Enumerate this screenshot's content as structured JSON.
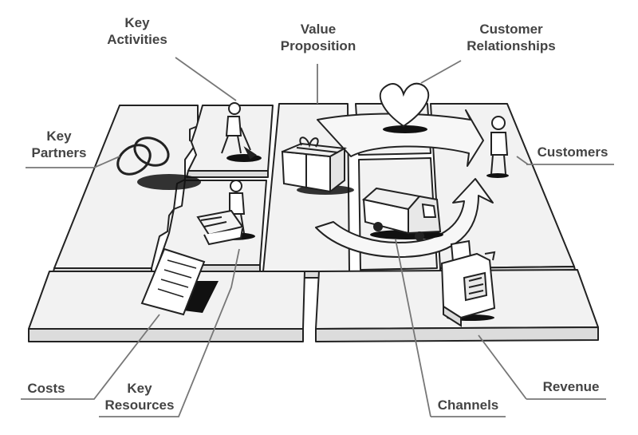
{
  "labels": {
    "key_activities": [
      "Key",
      "Activities"
    ],
    "value_proposition": [
      "Value",
      "Proposition"
    ],
    "customer_relationships": [
      "Customer",
      "Relationships"
    ],
    "key_partners": [
      "Key",
      "Partners"
    ],
    "customers": "Customers",
    "costs": "Costs",
    "key_resources": [
      "Key",
      "Resources"
    ],
    "channels": "Channels",
    "revenue": "Revenue"
  },
  "colors": {
    "stroke": "#222222",
    "label_text": "#444444",
    "leader_line": "#777777",
    "board_top": "#f2f2f2",
    "board_side": "#dcdcdc",
    "shadow": "#111111"
  },
  "illustrations": [
    "rings-icon",
    "person-with-shovel-icon",
    "person-pushing-cart-icon",
    "gift-box-icon",
    "heart-icon",
    "person-standing-icon",
    "delivery-truck-icon",
    "cash-register-icon",
    "document-icon"
  ]
}
